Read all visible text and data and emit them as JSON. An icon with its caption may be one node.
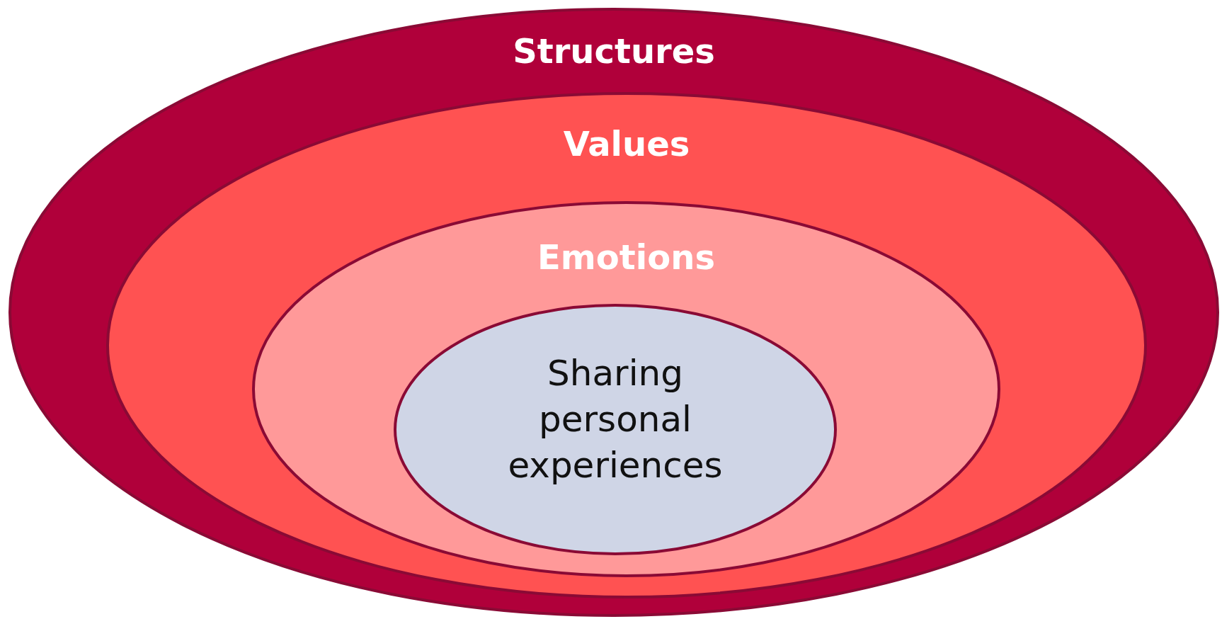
{
  "diagram": {
    "nodes": [
      {
        "text": [
          "Structures"
        ]
      },
      {
        "text": [
          "Values"
        ],
        "in": 0
      },
      {
        "text": [
          "Emotions"
        ],
        "in": 1
      },
      {
        "text": [
          "Sharing personal experiences"
        ],
        "in": 2
      }
    ]
  }
}
